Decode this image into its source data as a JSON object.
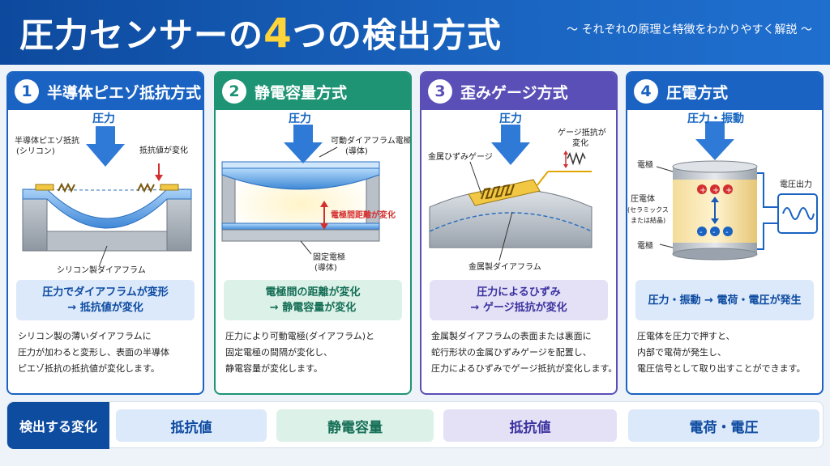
{
  "header": {
    "title_before": "圧力センサーの",
    "title_num": "4",
    "title_after": "つの検出方式",
    "subtitle": "〜 それぞれの原理と特徴をわかりやすく解説 〜"
  },
  "cards": [
    {
      "num": "1",
      "title": "半導体ピエゾ抵抗方式",
      "labels": {
        "force": "圧力",
        "piezo": "半導体ピエゾ抵抗",
        "piezo2": "(シリコン)",
        "resistance": "抵抗値が変化",
        "diaphragm": "シリコン製ダイアフラム"
      },
      "summary": [
        "圧力でダイアフラムが変形",
        "→ 抵抗値が変化"
      ],
      "desc": [
        "シリコン製の薄いダイアフラムに",
        "圧力が加わると変形し、表面の半導体",
        "ピエゾ抵抗の抵抗値が変化します。"
      ]
    },
    {
      "num": "2",
      "title": "静電容量方式",
      "labels": {
        "force": "圧力",
        "movable": "可動ダイアフラム電極",
        "movable2": "(導体)",
        "gap": "電極間距離が変化",
        "fixed": "固定電極",
        "fixed2": "(導体)"
      },
      "summary": [
        "電極間の距離が変化",
        "→ 静電容量が変化"
      ],
      "desc": [
        "圧力により可動電極(ダイアフラム)と",
        "固定電極の間隔が変化し、",
        "静電容量が変化します。"
      ]
    },
    {
      "num": "3",
      "title": "歪みゲージ方式",
      "labels": {
        "force": "圧力",
        "gauge": "金属ひずみゲージ",
        "gauge_res": "ゲージ抵抗が",
        "gauge_res2": "変化",
        "diaphragm": "金属製ダイアフラム"
      },
      "summary": [
        "圧力によるひずみ",
        "→ ゲージ抵抗が変化"
      ],
      "desc": [
        "金属製ダイアフラムの表面または裏面に",
        "蛇行形状の金属ひずみゲージを配置し、",
        "圧力によるひずみでゲージ抵抗が変化します。"
      ]
    },
    {
      "num": "4",
      "title": "圧電方式",
      "labels": {
        "force": "圧力・振動",
        "electrode_top": "電極",
        "piezo_body": "圧電体",
        "piezo_body2": "(セラミックス",
        "piezo_body3": "または結晶)",
        "electrode_bottom": "電極",
        "output": "電圧出力"
      },
      "summary": [
        "圧力・振動 → 電荷・電圧が発生"
      ],
      "desc": [
        "圧電体を圧力で押すと、",
        "内部で電荷が発生し、",
        "電圧信号として取り出すことができます。"
      ]
    }
  ],
  "footer": {
    "label": "検出する変化",
    "items": [
      "抵抗値",
      "静電容量",
      "抵抗値",
      "電荷・電圧"
    ]
  },
  "colors": {
    "header": "#1a64c0",
    "accent_yellow": "#ffd43b",
    "blue": "#1a63c2",
    "green": "#1e9474",
    "purple": "#5a4fb6",
    "red": "#d32f2f"
  }
}
